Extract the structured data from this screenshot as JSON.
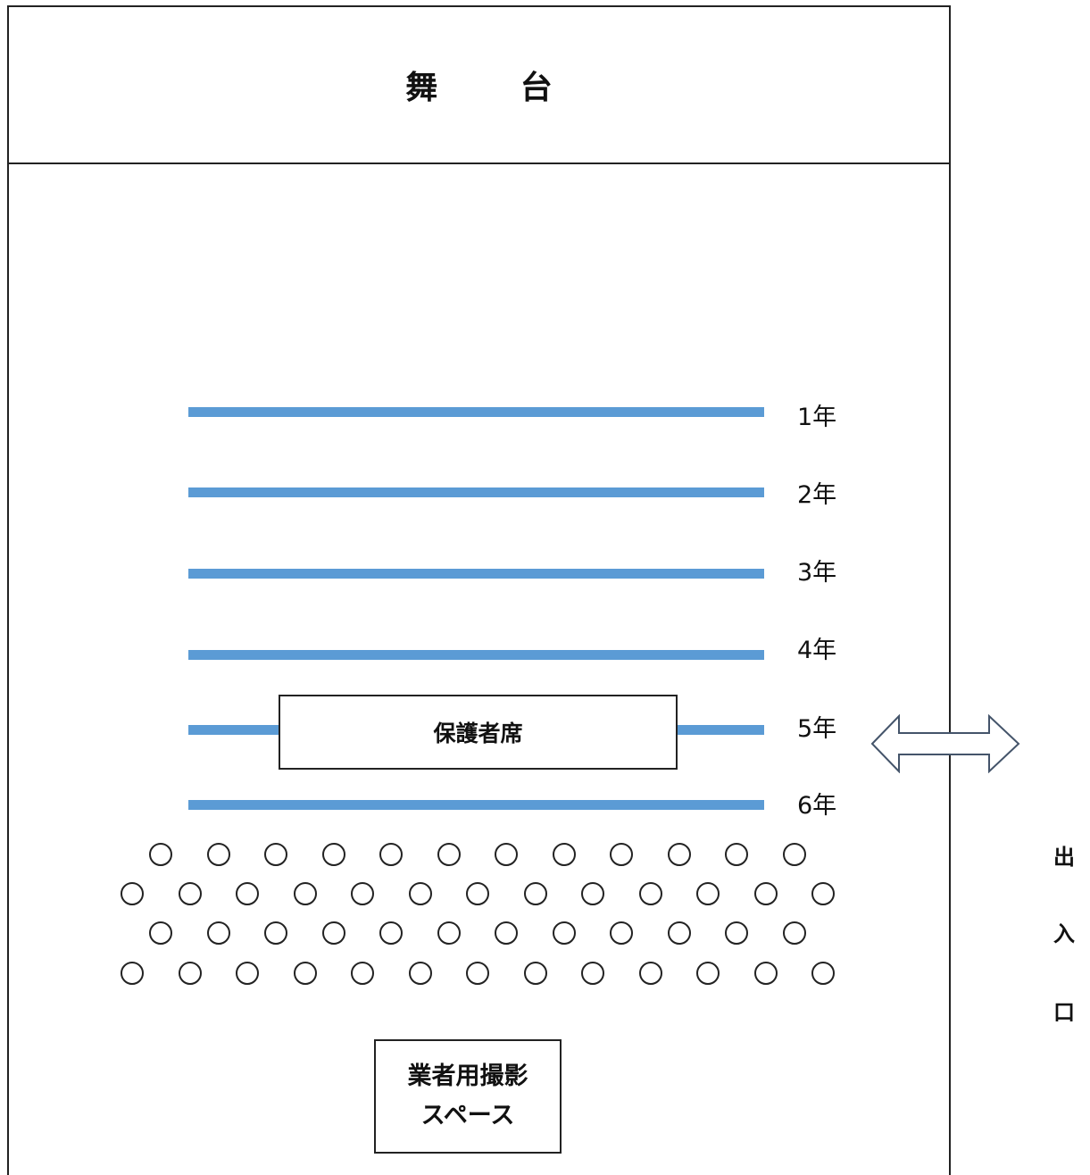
{
  "stage": {
    "label": "舞 台"
  },
  "grade_rows": [
    {
      "label": "1年"
    },
    {
      "label": "2年"
    },
    {
      "label": "3年"
    },
    {
      "label": "4年"
    },
    {
      "label": "5年"
    },
    {
      "label": "6年"
    }
  ],
  "guardian_seating": {
    "label": "保護者席",
    "seat_symbol": "○"
  },
  "photo_space": {
    "line1": "業者用撮影",
    "line2": "スペース"
  },
  "entrance": {
    "chars": [
      "出",
      "入",
      "口"
    ]
  },
  "colors": {
    "row_line": "#5b9bd5",
    "arrow_stroke": "#44546a",
    "outline": "#222222"
  }
}
